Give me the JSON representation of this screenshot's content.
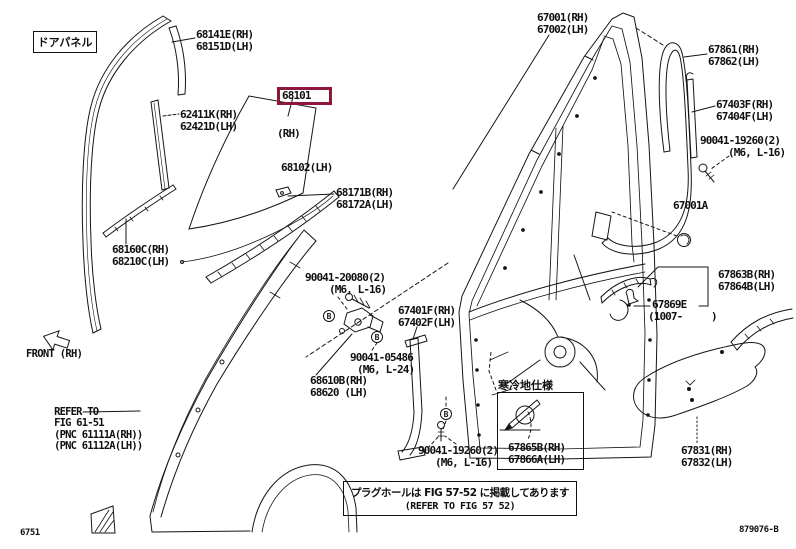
{
  "figure": {
    "section_tag": "ドアパネル",
    "front_label": "FRONT (RH)",
    "fig_code": "6751",
    "doc_code": "879076-B",
    "highlight_color": "#8e1638",
    "bolt_marker": "B"
  },
  "labels": {
    "p68141": {
      "l1": "68141E(RH)",
      "l2": "68151D(LH)"
    },
    "p62411": {
      "l1": "62411K(RH)",
      "l2": "62421D(LH)"
    },
    "p68101": {
      "num": "68101",
      "rh": "(RH)",
      "l2": "68102(LH)"
    },
    "p67001": {
      "l1": "67001(RH)",
      "l2": "67002(LH)"
    },
    "p67861": {
      "l1": "67861(RH)",
      "l2": "67862(LH)"
    },
    "p67403": {
      "l1": "67403F(RH)",
      "l2": "67404F(LH)"
    },
    "b90041_19260_top": {
      "l1": "90041-19260(2)",
      "l2": "(M6, L-16)"
    },
    "p67001A": {
      "l1": "67001A"
    },
    "p68171": {
      "l1": "68171B(RH)",
      "l2": "68172A(LH)"
    },
    "p68160": {
      "l1": "68160C(RH)",
      "l2": "68210C(LH)"
    },
    "b90041_20080": {
      "l1": "90041-20080(2)",
      "l2": "(M6, L-16)"
    },
    "p67863": {
      "l1": "67863B(RH)",
      "l2": "67864B(LH)"
    },
    "p67869": {
      "l1": "67869E",
      "l2": "(1007-     )"
    },
    "p67401": {
      "l1": "67401F(RH)",
      "l2": "67402F(LH)"
    },
    "b90041_05486": {
      "l1": "90041-05486",
      "l2": "(M6, L-24)"
    },
    "p68610": {
      "l1": "68610B(RH)",
      "l2": "68620 (LH)"
    },
    "b90041_19260_bot": {
      "l1": "90041-19260(2)",
      "l2": "(M6, L-16)"
    },
    "p67831": {
      "l1": "67831(RH)",
      "l2": "67832(LH)"
    }
  },
  "refer_block": {
    "l1": "REFER TO",
    "l2": "FIG 61-51",
    "l3": "(PNC 61111A(RH))",
    "l4": "(PNC 61112A(LH))"
  },
  "cold_region_box": {
    "title": "寒冷地仕様",
    "l1": "67865B(RH)",
    "l2": "67866A(LH)"
  },
  "note_box": {
    "jp": "プラグホールは FIG 57-52 に掲載してあります",
    "en": "(REFER TO FIG 57 52)"
  }
}
